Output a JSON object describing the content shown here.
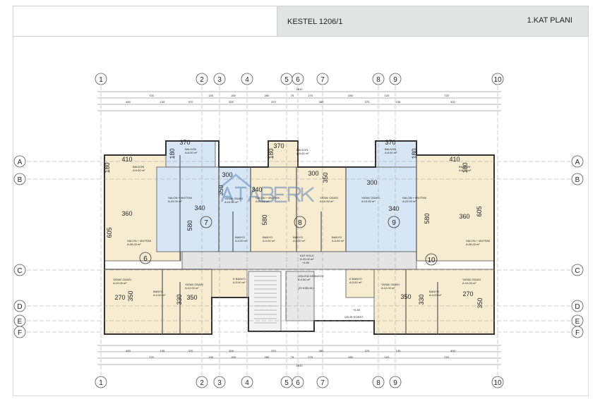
{
  "header": {
    "project": "KESTEL 1206/1",
    "sheet": "1.KAT PLANI"
  },
  "watermark": "ATABERK",
  "colors": {
    "unit_yellow": "#f7ecd0",
    "unit_blue": "#d6e6f5",
    "corridor": "#e4e4e4",
    "grid_line": "#999999",
    "watermark": "#5b84b8"
  },
  "axes_columns": [
    "1",
    "2",
    "3",
    "4",
    "5",
    "6",
    "7",
    "8",
    "9",
    "10"
  ],
  "axes_rows": [
    "A",
    "B",
    "C",
    "D",
    "E",
    "F"
  ],
  "dimensions_top": {
    "overall": "2810",
    "row1": [
      "720",
      "135",
      "150",
      "280",
      "75",
      "175",
      "280",
      "120",
      "720"
    ],
    "row2": [
      "400",
      "135",
      "370",
      "300",
      "370",
      "380",
      "370",
      "135",
      "400"
    ]
  },
  "units": [
    "6",
    "7",
    "8",
    "9",
    "10"
  ],
  "rooms": [
    {
      "name": "BALKON",
      "area": "A:6.00 m²"
    },
    {
      "name": "BALKON",
      "area": "A:6.00 m²"
    },
    {
      "name": "BALKON",
      "area": "A:6.00 m²"
    },
    {
      "name": "BALKON",
      "area": "A:6.00 m²"
    },
    {
      "name": "BALKON",
      "area": "A:6.00 m²"
    },
    {
      "name": "SALON + MUTFAK",
      "area": "A:26.00 m²"
    },
    {
      "name": "SALON + MUTFAK",
      "area": "A:23.00 m²"
    },
    {
      "name": "YATAK ODASI",
      "area": "A:10.50 m²"
    },
    {
      "name": "SALON + MUTFAK",
      "area": "A:23.00 m²"
    },
    {
      "name": "YATAK ODASI",
      "area": "A:10.50 m²"
    },
    {
      "name": "YATAK ODASI",
      "area": "A:10.50 m²"
    },
    {
      "name": "SALON + MUTFAK",
      "area": "A:23.00 m²"
    },
    {
      "name": "SALON + MUTFAK",
      "area": "A:26.00 m²"
    },
    {
      "name": "BANYO",
      "area": "A:4.00 m²"
    },
    {
      "name": "BANYO",
      "area": "A:4.00 m²"
    },
    {
      "name": "BANYO",
      "area": "A:4.00 m²"
    },
    {
      "name": "BANYO",
      "area": "A:4.00 m²"
    },
    {
      "name": "KAT HOLÜ",
      "area": "A:20.00 m²"
    },
    {
      "name": "YATAK ODASI",
      "area": "A:10.00 m²"
    },
    {
      "name": "YATAK ODASI",
      "area": "A:12.00 m²"
    },
    {
      "name": "E.BANYO",
      "area": "A:3.00 m²"
    },
    {
      "name": "BANYO",
      "area": "A:4.00 m²"
    },
    {
      "name": "DIŞLISIZ ASANSÖR",
      "area": "A:4.50 m²"
    },
    {
      "name": "E.BANYO",
      "area": "A:3.00 m²"
    },
    {
      "name": "YATAK ODASI",
      "area": "A:12.00 m²"
    },
    {
      "name": "YATAK ODASI",
      "area": "A:10.00 m²"
    },
    {
      "name": "BANYO",
      "area": "A:4.00 m²"
    }
  ],
  "elevator_note": "(10 KİŞİLİK)",
  "level_mark": "+4.50",
  "steel_note": "ÇELİK KONST.",
  "room_dims": [
    "370",
    "180",
    "410",
    "180",
    "360",
    "605",
    "340",
    "580",
    "300",
    "350",
    "340",
    "580",
    "300",
    "350",
    "300",
    "340",
    "580",
    "370",
    "180",
    "370",
    "180",
    "410",
    "180",
    "360",
    "605",
    "270",
    "350",
    "330",
    "350",
    "350",
    "330",
    "270",
    "350"
  ]
}
